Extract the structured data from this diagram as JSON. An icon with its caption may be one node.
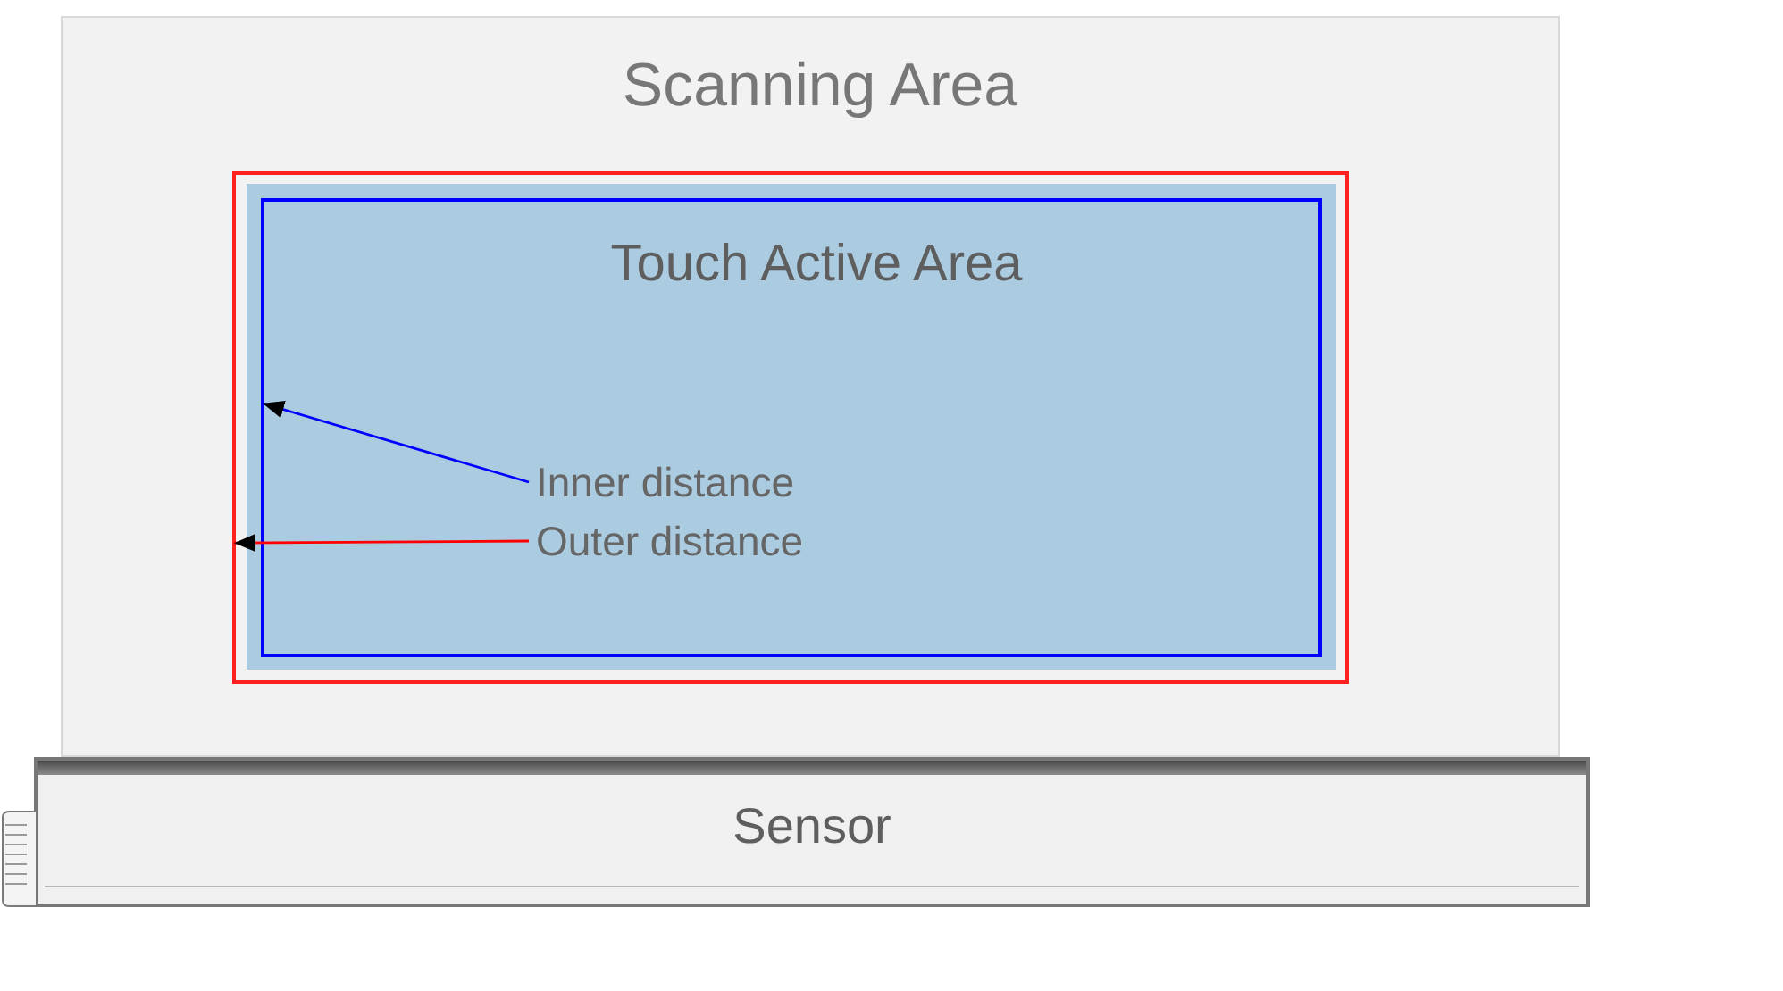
{
  "diagram": {
    "nodes": [
      {
        "text": [
          "Scanning Area"
        ]
      },
      {
        "text": [],
        "shape": "box",
        "in": 0
      },
      {
        "text": [],
        "shape": "box",
        "in": 1
      },
      {
        "text": [
          "Touch Active Area"
        ],
        "in": 2
      },
      {
        "text": [
          "Inner distance"
        ],
        "in": 3
      },
      {
        "text": [
          "Outer distance"
        ],
        "in": 3
      },
      {
        "text": [
          "Sensor"
        ]
      }
    ],
    "edges": [
      {
        "from": 4,
        "to": 3,
        "arrow": "to",
        "color": "#0000ff"
      },
      {
        "from": 5,
        "to": 1,
        "arrow": "to",
        "color": "#ff0000"
      }
    ]
  }
}
